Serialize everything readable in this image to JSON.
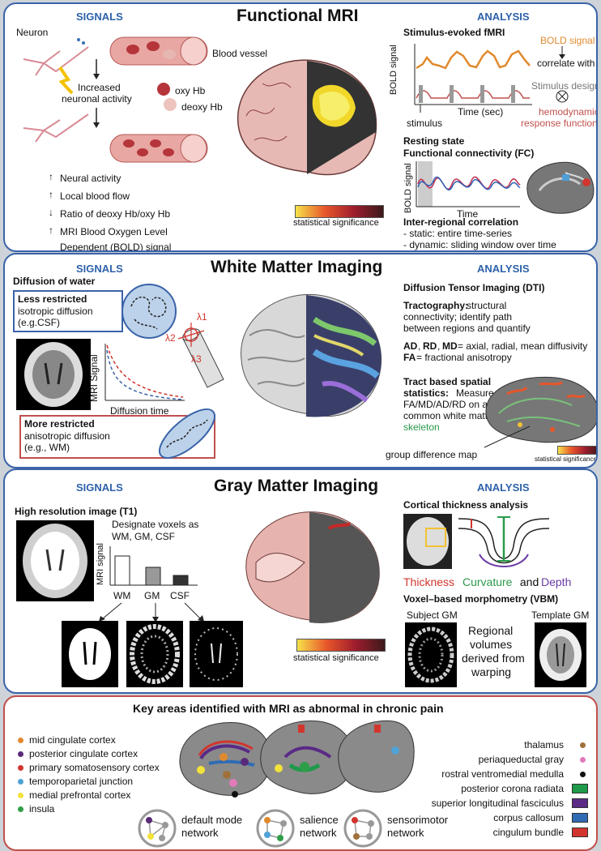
{
  "fmri": {
    "signals_title": "SIGNALS",
    "title": "Functional MRI",
    "analysis_title": "ANALYSIS",
    "neuron": "Neuron",
    "blood_vessel": "Blood vessel",
    "increased_1": "Increased",
    "increased_2": "neuronal activity",
    "oxy": "oxy Hb",
    "deoxy": "deoxy Hb",
    "effects": [
      {
        "arrow": "↑",
        "text": "Neural activity"
      },
      {
        "arrow": "↑",
        "text": "Local blood flow"
      },
      {
        "arrow": "↓",
        "text": "Ratio of deoxy Hb/oxy Hb"
      },
      {
        "arrow": "↑",
        "text": "MRI Blood Oxygen Level"
      }
    ],
    "effects_last": "Dependent (BOLD) signal",
    "stat_sig": "statistical significance",
    "stim_title": "Stimulus-evoked fMRI",
    "bold_signal": "BOLD signal",
    "correlate": "correlate with",
    "stim_design": "Stimulus design",
    "hrf_1": "hemodynamic",
    "hrf_2": "response function",
    "bold_axis": "BOLD signal",
    "time_sec": "Time (sec)",
    "stimulus": "stimulus",
    "rest_1": "Resting state",
    "rest_2": "Functional connectivity (FC)",
    "bold_axis2": "BOLD signal",
    "time": "Time",
    "inter": "Inter-regional correlation",
    "static": "- static: entire time-series",
    "dynamic": "- dynamic: sliding window over time"
  },
  "wm": {
    "signals_title": "SIGNALS",
    "title": "White Matter Imaging",
    "analysis_title": "ANALYSIS",
    "diffusion": "Diffusion of water",
    "less_title": "Less restricted",
    "less_1": "isotropic diffusion",
    "less_2": "(e.g.CSF)",
    "mri_signal": "MRI Signal",
    "diff_time": "Diffusion time",
    "l1": "λ1",
    "l2": "λ2",
    "l3": "λ3",
    "more_title": "More restricted",
    "more_1": "anisotropic diffusion",
    "more_2": "(e.g., WM)",
    "dti": "Diffusion Tensor Imaging (DTI)",
    "tract_b": "Tractography:",
    "tract_1": " structural",
    "tract_2": "connectivity; identify path",
    "tract_3": "between regions and quantify",
    "ad": "AD",
    "rd": "RD",
    "md": "MD",
    "ad_rest": " = axial, radial, mean diffusivity",
    "fa": "FA",
    "fa_rest": " = fractional anisotropy",
    "tbss_1": "Tract based spatial",
    "tbss_2b": "statistics:",
    "tbss_2": " Measure",
    "tbss_3": "FA/MD/AD/RD on a",
    "tbss_4": "common white matter",
    "tbss_5": "skeleton",
    "group_diff": "group difference map",
    "stat_sig": "statistical significance"
  },
  "gm": {
    "signals_title": "SIGNALS",
    "title": "Gray Matter Imaging",
    "analysis_title": "ANALYSIS",
    "hires": "High resolution image (T1)",
    "designate_1": "Designate voxels as",
    "designate_2": "WM, GM, CSF",
    "mri_signal": "MRI signal",
    "bars": [
      "WM",
      "GM",
      "CSF"
    ],
    "stat_sig": "statistical significance",
    "ct": "Cortical thickness analysis",
    "thickness": "Thickness",
    "curvature": "Curvature",
    "and": " and ",
    "depth": "Depth",
    "vbm": "Voxel–based morphometry (VBM)",
    "subject": "Subject GM",
    "template": "Template GM",
    "regional_1": "Regional",
    "regional_2": "volumes",
    "regional_3": "derived from",
    "regional_4": "warping"
  },
  "pain": {
    "title": "Key areas identified with MRI as abnormal in chronic pain",
    "left": [
      {
        "label": "mid cingulate cortex",
        "color": "#e08a2e"
      },
      {
        "label": "posterior cingulate cortex",
        "color": "#5a2a7a"
      },
      {
        "label": "primary somatosensory cortex",
        "color": "#d2352e"
      },
      {
        "label": "temporoparietal junction",
        "color": "#4fa3d6"
      },
      {
        "label": "medial prefrontal cortex",
        "color": "#f2e23a"
      },
      {
        "label": "insula",
        "color": "#2f9e48"
      }
    ],
    "right_dots": [
      {
        "label": "thalamus",
        "color": "#a0703c"
      },
      {
        "label": "periaqueductal gray",
        "color": "#e07bb8"
      },
      {
        "label": "rostral ventromedial medulla",
        "color": "#111111"
      }
    ],
    "right_swatches": [
      {
        "label": "posterior corona radiata",
        "color": "#1f9a4a"
      },
      {
        "label": "superior longitudinal fasciculus",
        "color": "#5a2a86"
      },
      {
        "label": "corpus callosum",
        "color": "#2f6cb4"
      },
      {
        "label": "cingulum bundle",
        "color": "#d2352e"
      }
    ],
    "networks": [
      {
        "l1": "default mode",
        "l2": "network"
      },
      {
        "l1": "salience",
        "l2": "network"
      },
      {
        "l1": "sensorimotor",
        "l2": "network"
      }
    ]
  }
}
